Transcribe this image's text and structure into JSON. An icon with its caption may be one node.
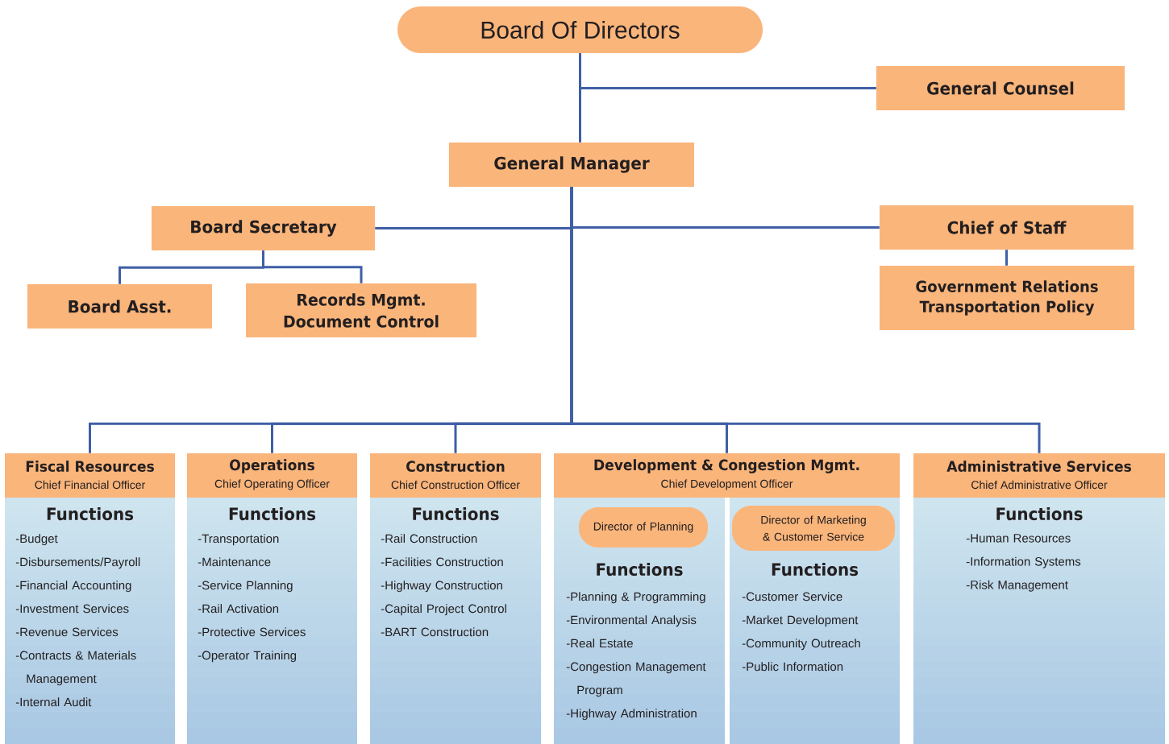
{
  "diagram": {
    "nodes": [
      {
        "text": [
          "Board Of Directors"
        ]
      },
      {
        "text": [
          "General Counsel"
        ]
      },
      {
        "text": [
          "General Manager"
        ]
      },
      {
        "text": [
          "Board Secretary"
        ]
      },
      {
        "text": [
          "Chief of Staff"
        ]
      },
      {
        "text": [
          "Board Asst."
        ]
      },
      {
        "text": [
          "Records Mgmt. Document Control"
        ]
      },
      {
        "text": [
          "Government Relations Transportation Policy"
        ]
      },
      {
        "text": [
          "Fiscal Resources",
          "Chief Financial Officer",
          "Functions",
          "-Budget",
          "-Disbursements/Payroll",
          "-Financial Accounting",
          "-Investment Services",
          "-Revenue Services",
          "-Contracts & Materials Management",
          "-Internal Audit"
        ]
      },
      {
        "text": [
          "Operations",
          "Chief Operating Officer",
          "Functions",
          "-Transportation",
          "-Maintenance",
          "-Service Planning",
          "-Rail Activation",
          "-Protective Services",
          "-Operator Training"
        ]
      },
      {
        "text": [
          "Construction",
          "Chief Construction Officer",
          "Functions",
          "-Rail Construction",
          "-Facilities Construction",
          "-Highway Construction",
          "-Capital Project Control",
          "-BART Construction"
        ]
      },
      {
        "text": [
          "Development & Congestion Mgmt.",
          "Chief Development Officer"
        ]
      },
      {
        "text": [
          "Functions",
          "-Planning & Programming",
          "-Environmental Analysis",
          "-Real Estate",
          "-Congestion Management Program",
          "-Highway Administration"
        ]
      },
      {
        "text": [
          "Director of Planning"
        ],
        "in": 12
      },
      {
        "text": [
          "Functions",
          "-Customer Service",
          "-Market Development",
          "-Community Outreach",
          "-Public Information"
        ]
      },
      {
        "text": [
          "Director of Marketing & Customer Service"
        ],
        "in": 14
      },
      {
        "text": [
          "Administrative Services",
          "Chief Administrative Officer",
          "Functions",
          "-Human Resources",
          "-Information Systems",
          "-Risk Management"
        ]
      }
    ],
    "edges": [
      {
        "from": 0,
        "to": 1,
        "arrow": "none"
      },
      {
        "from": 0,
        "to": 2,
        "arrow": "none"
      },
      {
        "from": 2,
        "to": 3,
        "arrow": "none"
      },
      {
        "from": 2,
        "to": 4,
        "arrow": "none"
      },
      {
        "from": 3,
        "to": 5,
        "arrow": "none"
      },
      {
        "from": 3,
        "to": 6,
        "arrow": "none"
      },
      {
        "from": 4,
        "to": 7,
        "arrow": "none"
      },
      {
        "from": 2,
        "to": 8,
        "arrow": "none"
      },
      {
        "from": 2,
        "to": 9,
        "arrow": "none"
      },
      {
        "from": 2,
        "to": 10,
        "arrow": "none"
      },
      {
        "from": 2,
        "to": 11,
        "arrow": "none"
      },
      {
        "from": 2,
        "to": 16,
        "arrow": "none"
      }
    ]
  }
}
